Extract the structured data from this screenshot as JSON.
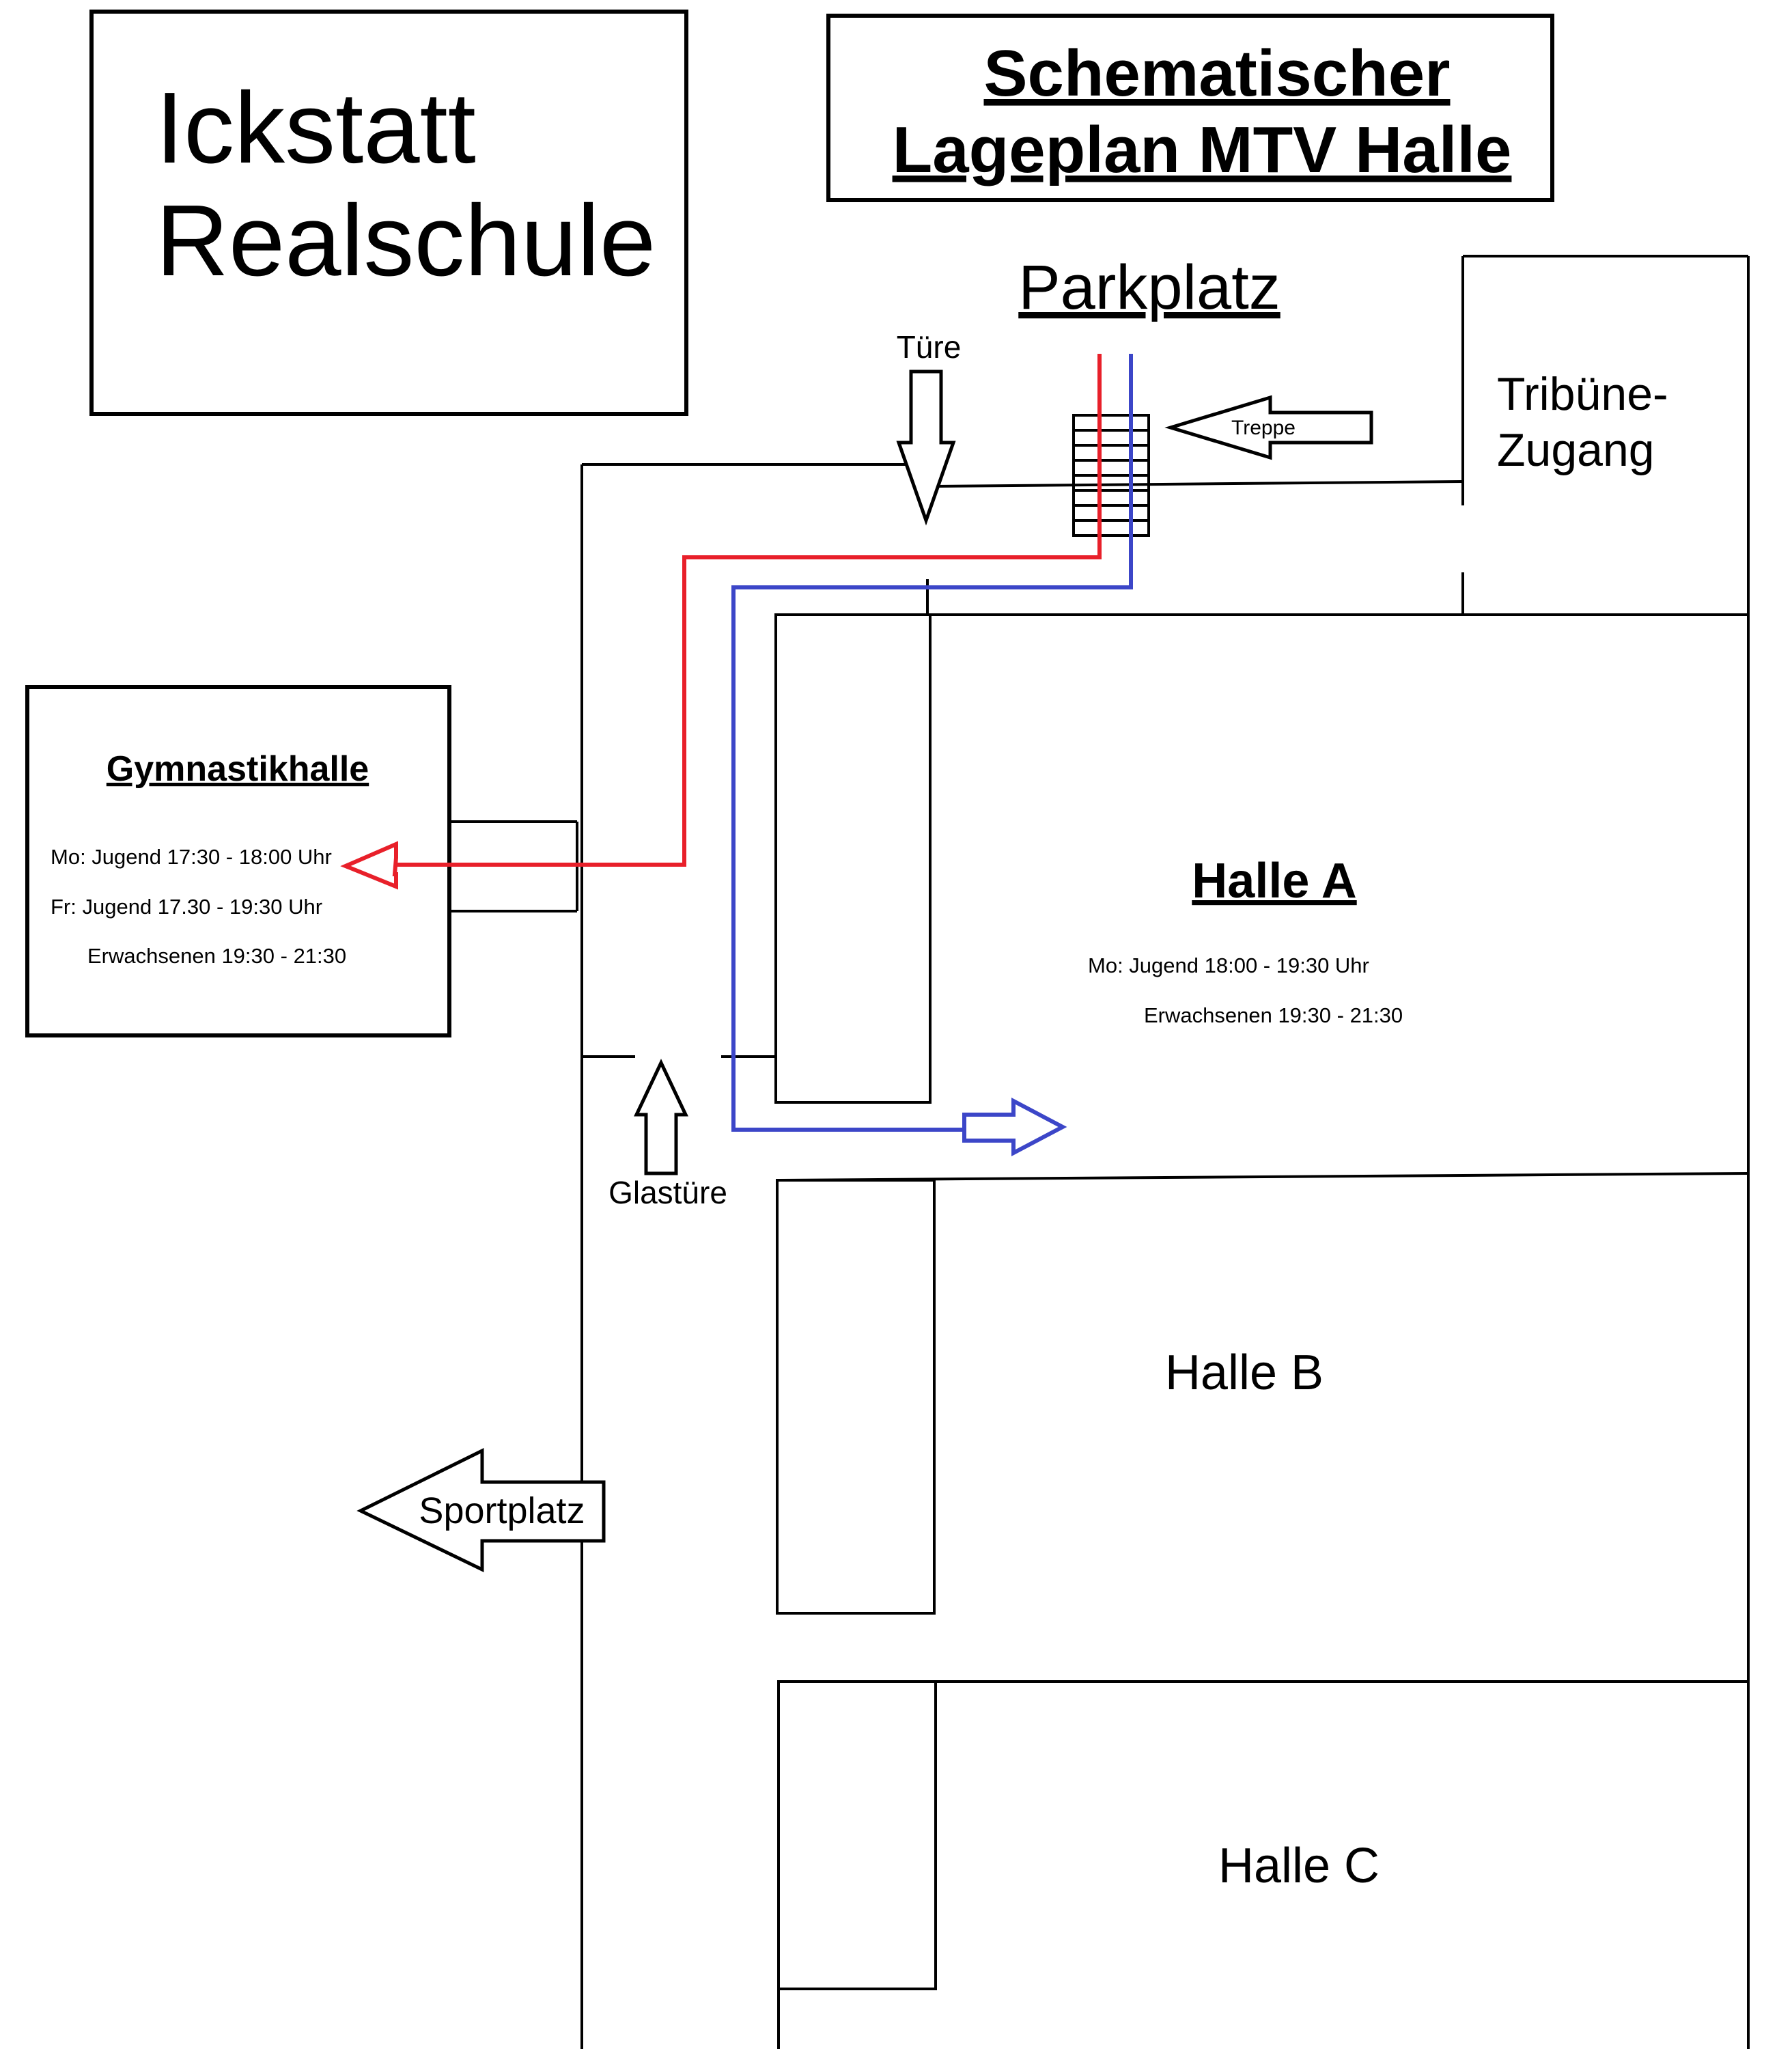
{
  "school": {
    "line1": "Ickstatt",
    "line2": "Realschule"
  },
  "title": {
    "line1": "Schematischer",
    "line2": "Lageplan MTV Halle"
  },
  "labels": {
    "parking": "Parkplatz",
    "door": "Türe",
    "stairs": "Treppe",
    "tribune_line1": "Tribüne-",
    "tribune_line2": "Zugang",
    "glass_door": "Glastüre",
    "sports_field": "Sportplatz"
  },
  "gym": {
    "title": "Gymnastikhalle",
    "schedule": [
      "Mo: Jugend 17:30 - 18:00 Uhr",
      "Fr: Jugend 17.30 - 19:30 Uhr",
      "Erwachsenen 19:30 - 21:30"
    ]
  },
  "halls": {
    "a": {
      "name": "Halle A",
      "schedule": [
        "Mo: Jugend 18:00 - 19:30 Uhr",
        "Erwachsenen 19:30 - 21:30"
      ]
    },
    "b": {
      "name": "Halle B"
    },
    "c": {
      "name": "Halle C"
    }
  },
  "routes": {
    "to_gymnastikhalle_color": "#e8202a",
    "to_halle_a_color": "#3c46c8"
  }
}
